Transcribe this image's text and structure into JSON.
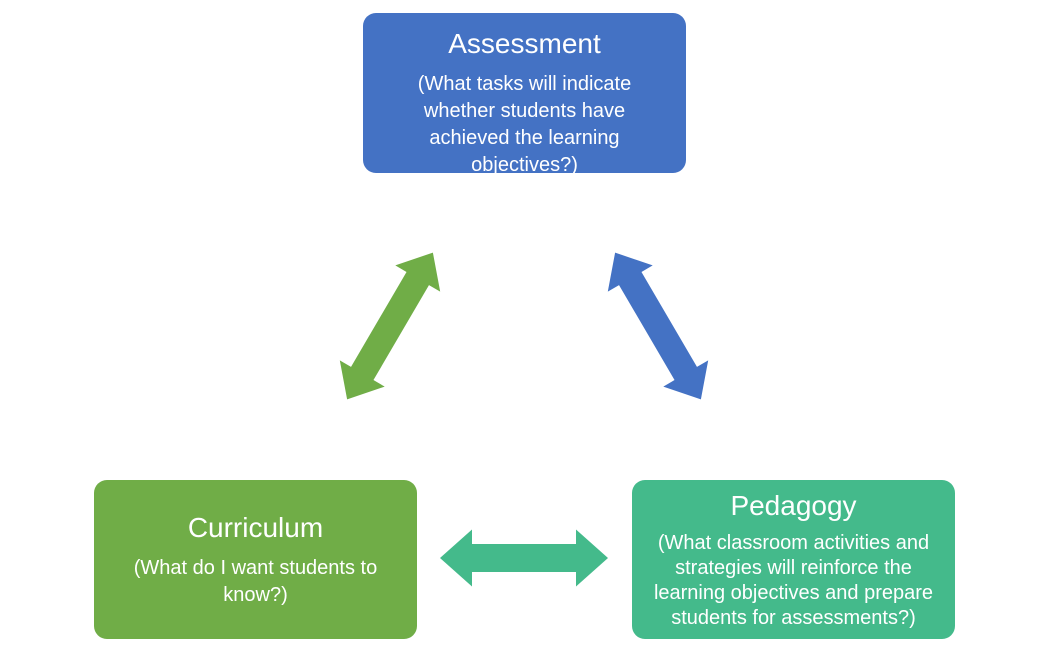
{
  "nodes": {
    "assessment": {
      "title": "Assessment",
      "description": "(What tasks will indicate whether students have achieved the learning objectives?)",
      "color": "#4472C4"
    },
    "curriculum": {
      "title": "Curriculum",
      "description": "(What do I want students to know?)",
      "color": "#70AD47"
    },
    "pedagogy": {
      "title": "Pedagogy",
      "description": "(What classroom activities and strategies will reinforce the learning objectives and prepare students for assessments?)",
      "color": "#44BA8B"
    }
  },
  "edges": [
    {
      "from": "curriculum",
      "to": "assessment",
      "type": "bidirectional",
      "color": "#70AD47"
    },
    {
      "from": "assessment",
      "to": "pedagogy",
      "type": "bidirectional",
      "color": "#4472C4"
    },
    {
      "from": "curriculum",
      "to": "pedagogy",
      "type": "bidirectional",
      "color": "#44BA8B"
    }
  ]
}
